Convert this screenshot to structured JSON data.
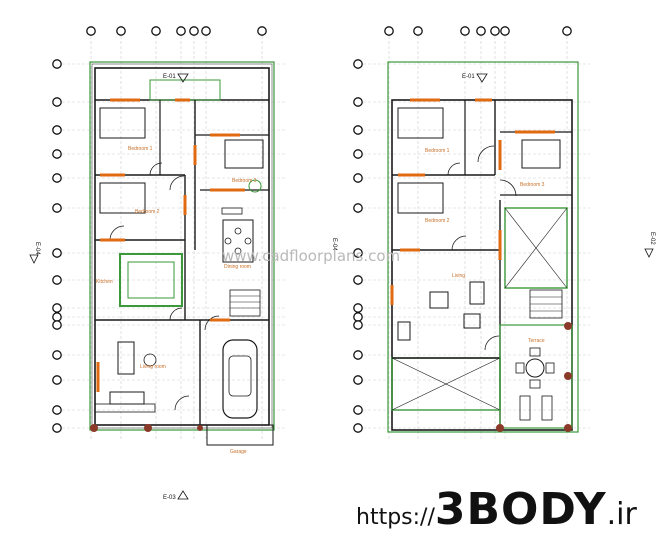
{
  "elevations": {
    "e01_top": "E-01",
    "e03_bottom": "E-03",
    "e04_left": "E-04",
    "e02_right": "E-02",
    "e04_mid": "E-04"
  },
  "rooms_ground": {
    "bedroom1": "Bedroom 1",
    "bedroom2": "Bedroom 2",
    "bedroom3": "Bedroom 3",
    "kitchen": "Kitchen",
    "dining": "Dining room",
    "living": "Living room",
    "garage": "Garage"
  },
  "rooms_first": {
    "bedroom1": "Bedroom 1",
    "bedroom2": "Bedroom 2",
    "bedroom3": "Bedroom 3",
    "living": "Living",
    "terrace": "Terrace"
  },
  "watermark": "www.cadfloorplans.com",
  "brand": {
    "prefix": "https://",
    "name": "3BODY",
    "suffix": ".ir"
  },
  "colors": {
    "wall": "#1a1a1a",
    "door": "#e06a10",
    "green": "#3a9a3a",
    "brown": "#8b3a2a",
    "watermark": "#b9b9b9"
  }
}
